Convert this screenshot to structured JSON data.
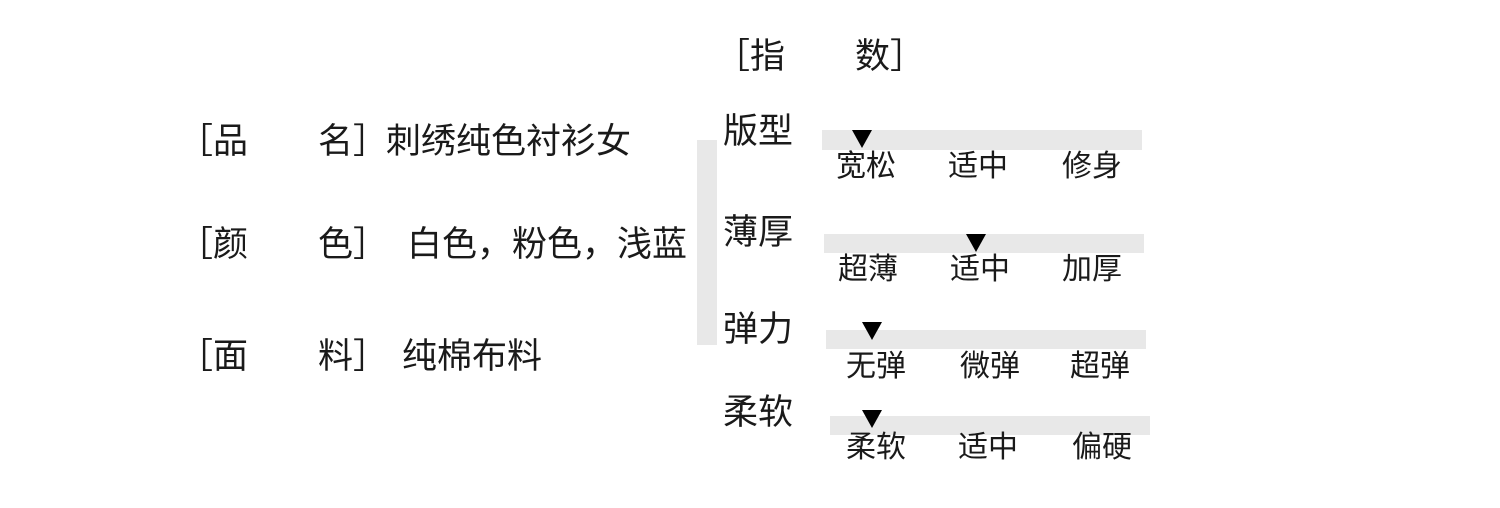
{
  "product": {
    "name": {
      "label": "［品　　名］",
      "value": "刺绣纯色衬衫女"
    },
    "color": {
      "label": "［颜　　色］",
      "value": "白色，粉色，浅蓝"
    },
    "fabric": {
      "label": "［面　　料］",
      "value": "纯棉布料"
    }
  },
  "index": {
    "title": "［指　　数］",
    "scales": [
      {
        "name": "版型",
        "options": [
          "宽松",
          "适中",
          "修身"
        ],
        "selected_index": 0
      },
      {
        "name": "薄厚",
        "options": [
          "超薄",
          "适中",
          "加厚"
        ],
        "selected_index": 1
      },
      {
        "name": "弹力",
        "options": [
          "无弹",
          "微弹",
          "超弹"
        ],
        "selected_index": 0
      },
      {
        "name": "柔软",
        "options": [
          "柔软",
          "适中",
          "偏硬"
        ],
        "selected_index": 0
      }
    ]
  },
  "colors": {
    "text": "#1a1a1a",
    "bar": "#e8e8e8",
    "marker": "#000000",
    "background": "#ffffff"
  }
}
